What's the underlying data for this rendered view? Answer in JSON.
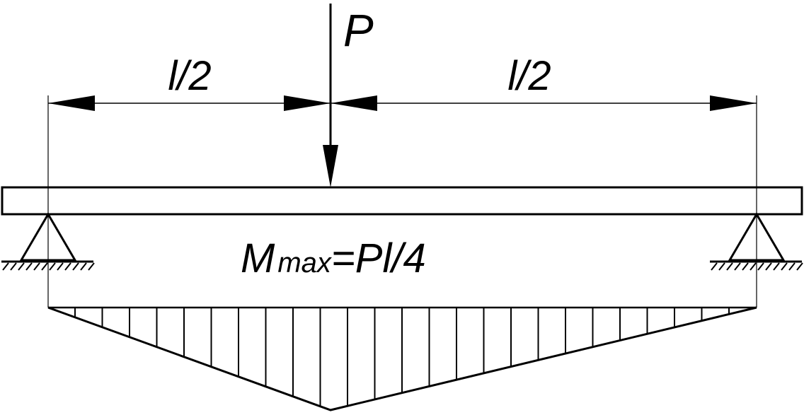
{
  "diagram": {
    "load": {
      "label": "P"
    },
    "dimensions": [
      {
        "label": "l/2"
      },
      {
        "label": "l/2"
      }
    ],
    "moment": {
      "symbol": "M",
      "subscript": "max",
      "expression": "=Pl/4"
    },
    "colors": {
      "line": "#000000",
      "background": "#ffffff"
    }
  }
}
